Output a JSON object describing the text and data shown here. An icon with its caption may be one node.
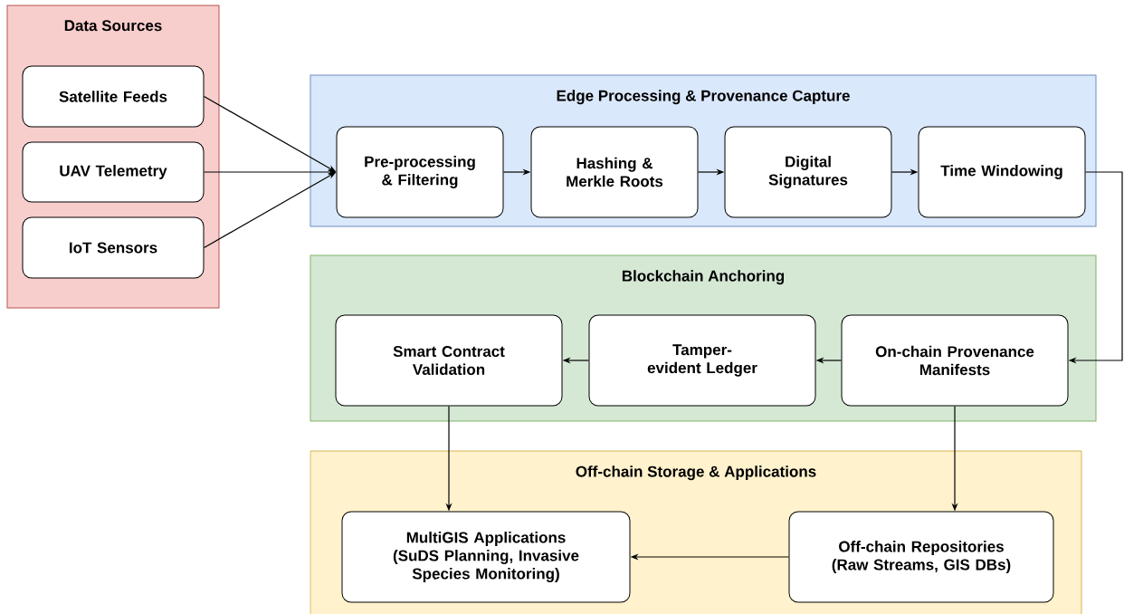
{
  "diagram": {
    "nodes": [
      {
        "text": [
          "Data Sources"
        ]
      },
      {
        "text": [
          "Satellite Feeds"
        ],
        "in": 0
      },
      {
        "text": [
          "UAV Telemetry"
        ],
        "in": 0
      },
      {
        "text": [
          "IoT Sensors"
        ],
        "in": 0
      },
      {
        "text": [
          "Edge Processing & Provenance Capture"
        ]
      },
      {
        "text": [
          "Pre-processing & Filtering"
        ],
        "in": 4
      },
      {
        "text": [
          "Hashing & Merkle Roots"
        ],
        "in": 4
      },
      {
        "text": [
          "Digital Signatures"
        ],
        "in": 4
      },
      {
        "text": [
          "Time Windowing"
        ],
        "in": 4
      },
      {
        "text": [
          "Blockchain Anchoring"
        ]
      },
      {
        "text": [
          "Smart Contract Validation"
        ],
        "in": 9
      },
      {
        "text": [
          "Tamper-evident Ledger"
        ],
        "in": 9
      },
      {
        "text": [
          "On-chain Provenance Manifests"
        ],
        "in": 9
      },
      {
        "text": [
          "Off-chain Storage & Applications"
        ]
      },
      {
        "text": [
          "MultiGIS Applications (SuDS Planning, Invasive Species Monitoring)"
        ],
        "in": 13
      },
      {
        "text": [
          "Off-chain Repositories (Raw Streams, GIS DBs)"
        ],
        "in": 13
      }
    ],
    "edges": [
      {
        "from": 1,
        "to": 5,
        "arrow": "to"
      },
      {
        "from": 2,
        "to": 5,
        "arrow": "to"
      },
      {
        "from": 3,
        "to": 5,
        "arrow": "to"
      },
      {
        "from": 5,
        "to": 6,
        "arrow": "to"
      },
      {
        "from": 6,
        "to": 7,
        "arrow": "to"
      },
      {
        "from": 7,
        "to": 8,
        "arrow": "to"
      },
      {
        "from": 8,
        "to": 12,
        "arrow": "to"
      },
      {
        "from": 12,
        "to": 11,
        "arrow": "to"
      },
      {
        "from": 11,
        "to": 10,
        "arrow": "to"
      },
      {
        "from": 10,
        "to": 14,
        "arrow": "to"
      },
      {
        "from": 12,
        "to": 15,
        "arrow": "to"
      },
      {
        "from": 15,
        "to": 14,
        "arrow": "to"
      }
    ]
  }
}
